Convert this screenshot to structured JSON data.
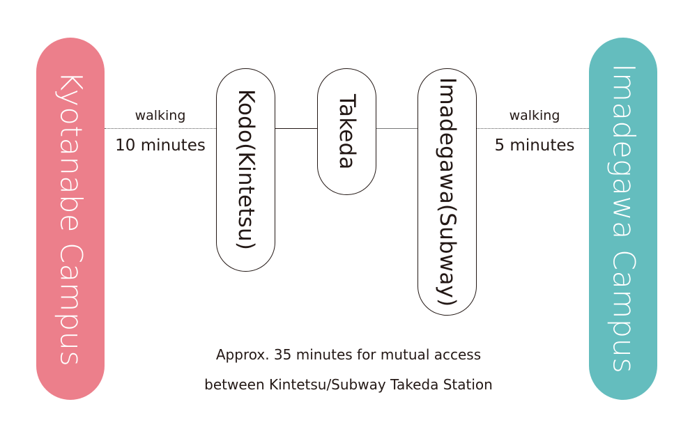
{
  "campuses": {
    "left": {
      "label": "Kyotanabe Campus",
      "color": "#ec7f8b"
    },
    "right": {
      "label": "Imadegawa Campus",
      "color": "#64bdbe"
    }
  },
  "stations": {
    "kodo": "Kodo(Kintetsu)",
    "takeda": "Takeda",
    "imadegawa": "Imadegawa(Subway)"
  },
  "walks": {
    "left": {
      "mode": "walking",
      "duration": "10 minutes"
    },
    "right": {
      "mode": "walking",
      "duration": "5 minutes"
    }
  },
  "note": {
    "line1": "Approx. 35 minutes for mutual access",
    "line2": "between Kintetsu/Subway Takeda Station"
  }
}
